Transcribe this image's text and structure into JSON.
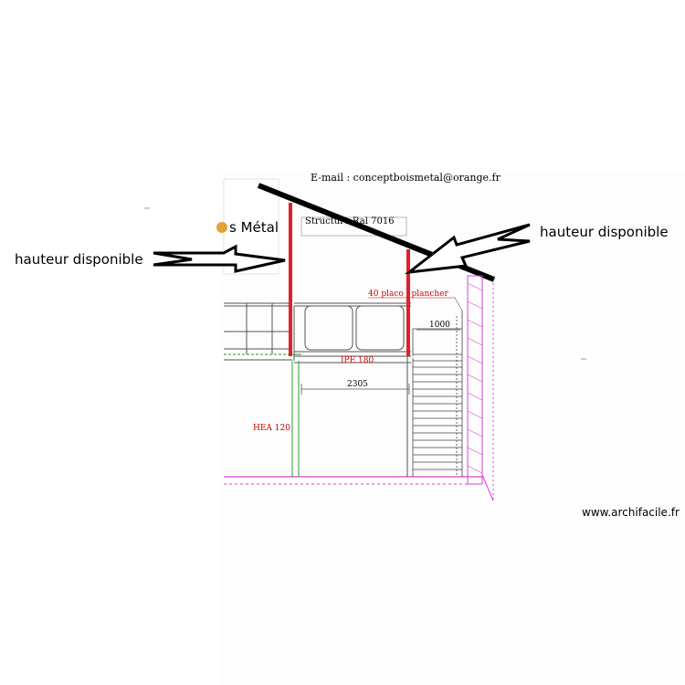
{
  "header_email": "E-mail : conceptboismetal@orange.fr",
  "logo_fragment": "s Métal",
  "structure_label": "Structure Ral 7016",
  "annotation_left": "hauteur disponible",
  "annotation_right": "hauteur disponible",
  "floor_note": "40 placo / plancher",
  "dim_stair": "1000",
  "beam_label": "IPE 180",
  "dim_span": "2305",
  "column_label": "HEA 120",
  "watermark": "www.archifacile.fr",
  "colors": {
    "red": "#d10000",
    "steel_red": "#e0202a",
    "magenta": "#d63fd6",
    "green": "#2a9a2a",
    "black": "#000000"
  }
}
